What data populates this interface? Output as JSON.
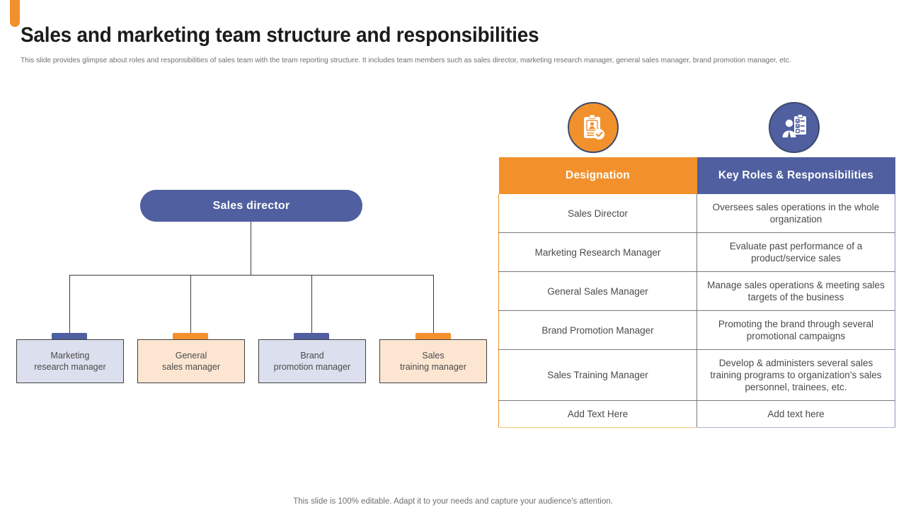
{
  "header": {
    "title": "Sales and marketing team structure and responsibilities",
    "subtitle": "This slide provides glimpse about roles and responsibilities of sales team with the team reporting structure. It includes team members such as sales director, marketing research manager, general sales manager, brand promotion manager, etc.",
    "accent_color": "#F2912C"
  },
  "org_chart": {
    "root": {
      "label": "Sales director",
      "color": "#4F5FA0"
    },
    "nodes": [
      {
        "label_line1": "Marketing",
        "label_line2": "research manager",
        "fill": "#DCE0EE",
        "tab": "#4F5FA0"
      },
      {
        "label_line1": "General",
        "label_line2": "sales manager",
        "fill": "#FCE6D2",
        "tab": "#F2912C"
      },
      {
        "label_line1": "Brand",
        "label_line2": "promotion manager",
        "fill": "#DCE0EE",
        "tab": "#4F5FA0"
      },
      {
        "label_line1": "Sales",
        "label_line2": "training manager",
        "fill": "#FCE6D2",
        "tab": "#F2912C"
      }
    ]
  },
  "icons": {
    "designation": {
      "name": "id-clipboard-check-icon",
      "circle_color": "#F2912C"
    },
    "responsibilities": {
      "name": "person-checklist-clipboard-icon",
      "circle_color": "#4F5FA0"
    }
  },
  "table": {
    "headers": [
      "Designation",
      "Key Roles & Responsibilities"
    ],
    "header_colors": [
      "#F2912C",
      "#4F5FA0"
    ],
    "rows": [
      {
        "designation": "Sales Director",
        "responsibility": "Oversees sales operations in the whole organization"
      },
      {
        "designation": "Marketing Research Manager",
        "responsibility": "Evaluate past performance of a product/service sales"
      },
      {
        "designation": "General Sales Manager",
        "responsibility": "Manage sales operations & meeting sales targets of the business"
      },
      {
        "designation": "Brand Promotion Manager",
        "responsibility": "Promoting the brand through several promotional campaigns"
      },
      {
        "designation": "Sales Training Manager",
        "responsibility": "Develop & administers several sales training programs to organization’s sales personnel, trainees, etc."
      },
      {
        "designation": "Add Text Here",
        "responsibility": "Add text here"
      }
    ]
  },
  "footer": {
    "note": "This slide is 100% editable. Adapt it to your needs and capture your audience's attention."
  }
}
